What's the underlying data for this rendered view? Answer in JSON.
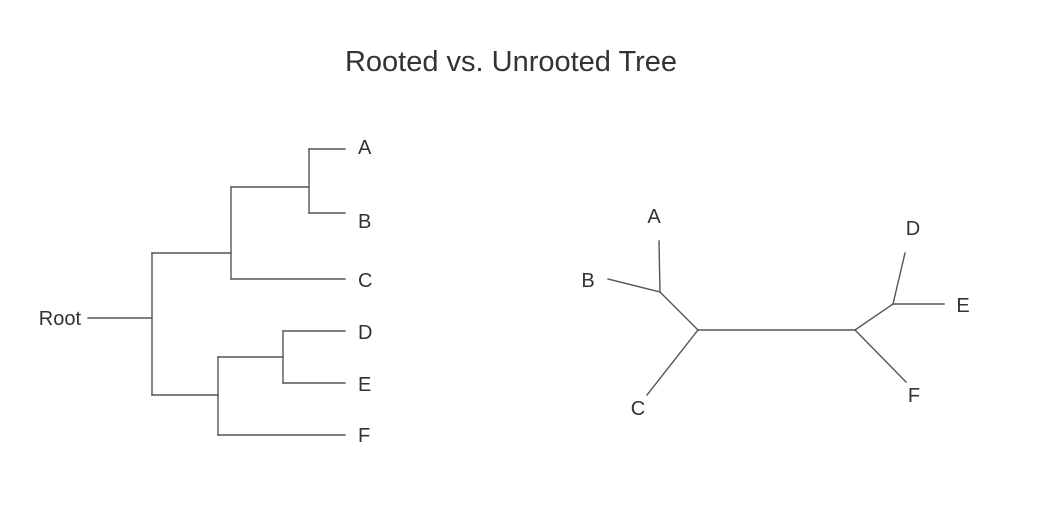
{
  "title": "Rooted vs. Unrooted Tree",
  "rooted_tree": {
    "root_label": "Root",
    "leaves": [
      "A",
      "B",
      "C",
      "D",
      "E",
      "F"
    ]
  },
  "unrooted_tree": {
    "leaves": [
      "A",
      "B",
      "C",
      "D",
      "E",
      "F"
    ]
  },
  "colors": {
    "edge": "#555555",
    "text": "#333333",
    "background": "#ffffff"
  }
}
